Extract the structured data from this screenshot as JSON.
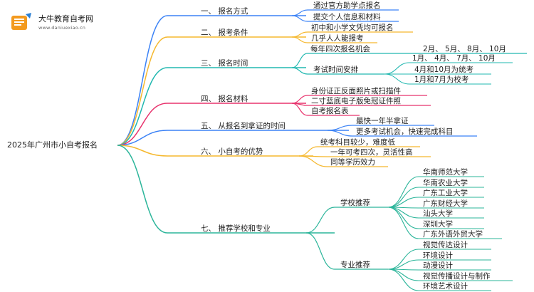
{
  "logo": {
    "title": "大牛教育自考网",
    "url": "www.daniuexiao.cn",
    "colors": {
      "orange": "#f39a1e",
      "blue": "#2a7fd4"
    }
  },
  "root": {
    "label": "2025年广州市小自考报名"
  },
  "branches": [
    {
      "label": "一、 报名方式",
      "color": "#3b82f6",
      "children": [
        {
          "label": "通过官方助学点报名"
        },
        {
          "label": "提交个人信息和材料"
        }
      ]
    },
    {
      "label": "二、 报考条件",
      "color": "#f5b82e",
      "children": [
        {
          "label": "初中和小学文凭均可报名"
        },
        {
          "label": "几乎人人能报考"
        }
      ]
    },
    {
      "label": "三、 报名时间",
      "color": "#22b8b0",
      "children": [
        {
          "label": "每年四次报名机会",
          "children": [
            {
              "label": "2月、 5月、 8月、 10月"
            }
          ]
        },
        {
          "label": "考试时间安排",
          "children": [
            {
              "label": "1月、 4月、 7月、 10月"
            },
            {
              "label": "4月和10月为统考"
            },
            {
              "label": "1月和7月为校考"
            }
          ]
        }
      ]
    },
    {
      "label": "四、 报名材料",
      "color": "#e8336d",
      "children": [
        {
          "label": "身份证正反面照片或扫描件"
        },
        {
          "label": "二寸蓝底电子版免冠证件照"
        },
        {
          "label": "自考报名表"
        }
      ]
    },
    {
      "label": "五、 从报名到拿证的时间",
      "color": "#3b82f6",
      "children": [
        {
          "label": "最快一年半拿证"
        },
        {
          "label": "更多考试机会，快速完成科目"
        }
      ]
    },
    {
      "label": "六、 小自考的优势",
      "color": "#f5b82e",
      "children": [
        {
          "label": "统考科目较少，难度低"
        },
        {
          "label": "一年可考四次，灵活性高"
        },
        {
          "label": "同等学历效力"
        }
      ]
    },
    {
      "label": "七、 推荐学校和专业",
      "color": "#2bb59a",
      "children": [
        {
          "label": "学校推荐",
          "children": [
            {
              "label": "华南师范大学"
            },
            {
              "label": "华南农业大学"
            },
            {
              "label": "广东工业大学"
            },
            {
              "label": "广东财经大学"
            },
            {
              "label": "汕头大学"
            },
            {
              "label": "深圳大学"
            },
            {
              "label": "广东外语外贸大学"
            }
          ]
        },
        {
          "label": "专业推荐",
          "children": [
            {
              "label": "视觉传达设计"
            },
            {
              "label": "环境设计"
            },
            {
              "label": "动漫设计"
            },
            {
              "label": "视觉传播设计与制作"
            },
            {
              "label": "环境艺术设计"
            }
          ]
        }
      ]
    }
  ]
}
